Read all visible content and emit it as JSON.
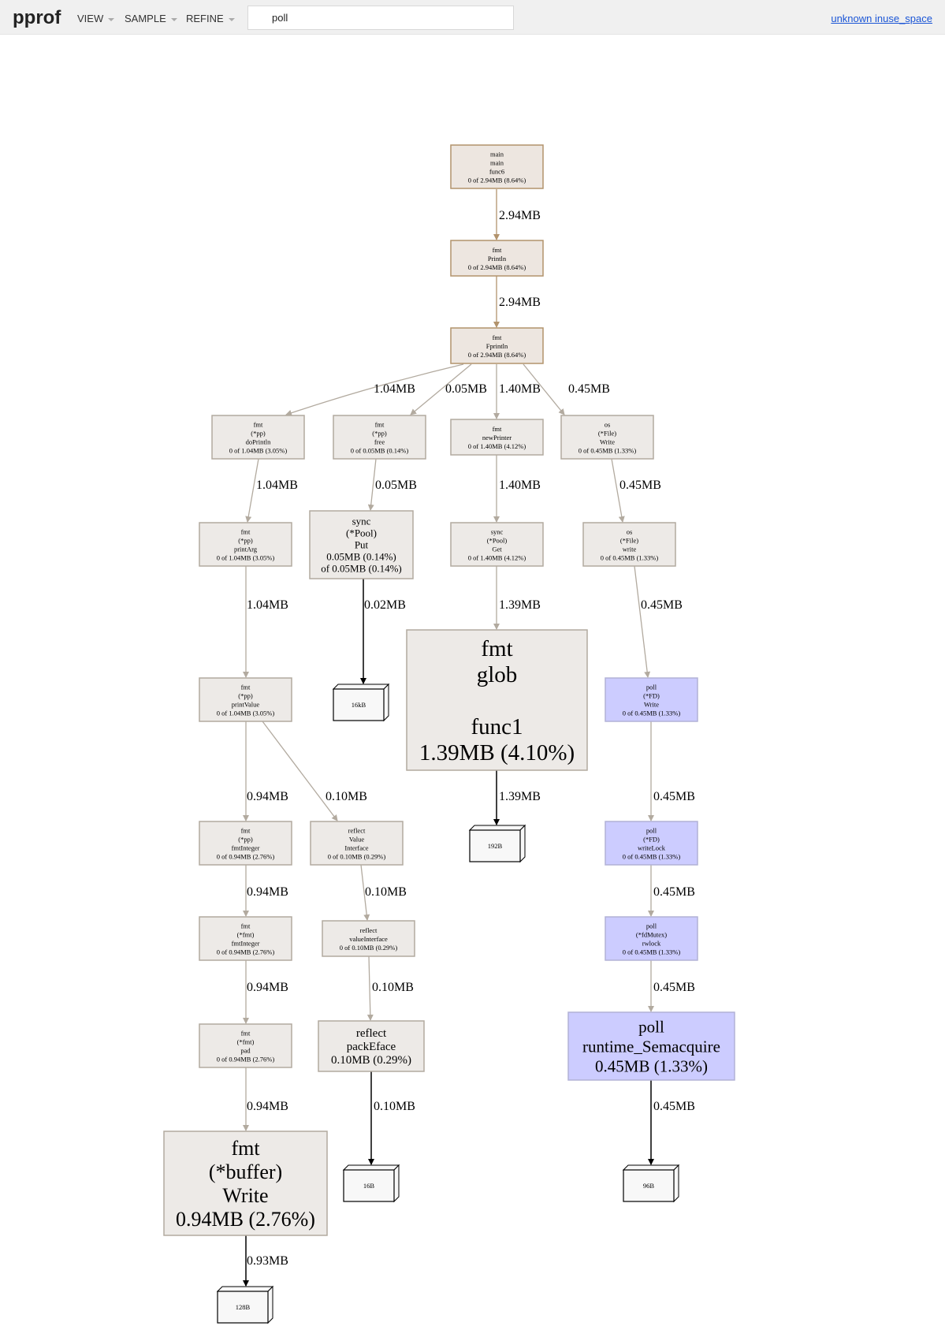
{
  "header": {
    "logo": "pprof",
    "menus": [
      {
        "label": "VIEW"
      },
      {
        "label": "SAMPLE"
      },
      {
        "label": "REFINE"
      }
    ],
    "search_value": "poll",
    "profile_link": "unknown inuse_space"
  },
  "graph": {
    "nodes": {
      "n_main": {
        "lines": [
          "main",
          "main",
          "func6",
          "0 of 2.94MB (8.64%)"
        ]
      },
      "n_println": {
        "lines": [
          "fmt",
          "Println",
          "0 of 2.94MB (8.64%)"
        ]
      },
      "n_fprintln": {
        "lines": [
          "fmt",
          "Fprintln",
          "0 of 2.94MB (8.64%)"
        ]
      },
      "n_doprintln": {
        "lines": [
          "fmt",
          "(*pp)",
          "doPrintln",
          "0 of 1.04MB (3.05%)"
        ]
      },
      "n_free": {
        "lines": [
          "fmt",
          "(*pp)",
          "free",
          "0 of 0.05MB (0.14%)"
        ]
      },
      "n_newprinter": {
        "lines": [
          "fmt",
          "newPrinter",
          "0 of 1.40MB (4.12%)"
        ]
      },
      "n_filewrite": {
        "lines": [
          "os",
          "(*File)",
          "Write",
          "0 of 0.45MB (1.33%)"
        ]
      },
      "n_printarg": {
        "lines": [
          "fmt",
          "(*pp)",
          "printArg",
          "0 of 1.04MB (3.05%)"
        ]
      },
      "n_poolput": {
        "lines": [
          "sync",
          "(*Pool)",
          "Put",
          "0.05MB (0.14%)",
          "of 0.05MB (0.14%)"
        ]
      },
      "n_poolget": {
        "lines": [
          "sync",
          "(*Pool)",
          "Get",
          "0 of 1.40MB (4.12%)"
        ]
      },
      "n_filewrite2": {
        "lines": [
          "os",
          "(*File)",
          "write",
          "0 of 0.45MB (1.33%)"
        ]
      },
      "n_glob": {
        "lines": [
          "fmt",
          "glob",
          "",
          "func1",
          "1.39MB (4.10%)"
        ]
      },
      "n_printvalue": {
        "lines": [
          "fmt",
          "(*pp)",
          "printValue",
          "0 of 1.04MB (3.05%)"
        ]
      },
      "n_fdwrite": {
        "lines": [
          "poll",
          "(*FD)",
          "Write",
          "0 of 0.45MB (1.33%)"
        ]
      },
      "n_fmtinteger1": {
        "lines": [
          "fmt",
          "(*pp)",
          "fmtInteger",
          "0 of 0.94MB (2.76%)"
        ]
      },
      "n_reflectiface": {
        "lines": [
          "reflect",
          "Value",
          "Interface",
          "0 of 0.10MB (0.29%)"
        ]
      },
      "n_writelock": {
        "lines": [
          "poll",
          "(*FD)",
          "writeLock",
          "0 of 0.45MB (1.33%)"
        ]
      },
      "n_fmtinteger2": {
        "lines": [
          "fmt",
          "(*fmt)",
          "fmtInteger",
          "0 of 0.94MB (2.76%)"
        ]
      },
      "n_valueiface": {
        "lines": [
          "reflect",
          "valueInterface",
          "0 of 0.10MB (0.29%)"
        ]
      },
      "n_rwlock": {
        "lines": [
          "poll",
          "(*fdMutex)",
          "rwlock",
          "0 of 0.45MB (1.33%)"
        ]
      },
      "n_pad": {
        "lines": [
          "fmt",
          "(*fmt)",
          "pad",
          "0 of 0.94MB (2.76%)"
        ]
      },
      "n_packeface": {
        "lines": [
          "reflect",
          "packEface",
          "0.10MB (0.29%)"
        ]
      },
      "n_semacquire": {
        "lines": [
          "poll",
          "runtime_Semacquire",
          "0.45MB (1.33%)"
        ]
      },
      "n_bufwrite": {
        "lines": [
          "fmt",
          "(*buffer)",
          "Write",
          "0.94MB (2.76%)"
        ]
      }
    },
    "boxes": {
      "b_16kb": "16kB",
      "b_192b": "192B",
      "b_16b": "16B",
      "b_96b": "96B",
      "b_128b": "128B"
    },
    "edges": {
      "e1": "2.94MB",
      "e2": "2.94MB",
      "e3": "1.04MB",
      "e4": "0.05MB",
      "e5": "1.40MB",
      "e6": "0.45MB",
      "e7": "1.04MB",
      "e8": "0.05MB",
      "e9": "1.40MB",
      "e10": "0.45MB",
      "e11": "1.04MB",
      "e12": "0.02MB",
      "e13": "1.39MB",
      "e14": "0.45MB",
      "e15": "0.94MB",
      "e16": "0.10MB",
      "e17": "1.39MB",
      "e18": "0.45MB",
      "e19": "0.94MB",
      "e20": "0.10MB",
      "e21": "0.45MB",
      "e22": "0.94MB",
      "e23": "0.10MB",
      "e24": "0.45MB",
      "e25": "0.94MB",
      "e26": "0.10MB",
      "e27": "0.45MB",
      "e28": "0.93MB"
    },
    "colors": {
      "hot_fill": "#ede6e0",
      "hot_stroke": "#b2936c",
      "hot_edge": "#b2936c",
      "warm_fill": "#edeae7",
      "warm_stroke": "#b2aa9f",
      "warm_edge": "#b2aa9f",
      "focus_fill": "#ccccff",
      "focus_stroke": "#b2b2d6",
      "box_fill": "#f8f8f8",
      "edge_dark": "#000000"
    }
  }
}
